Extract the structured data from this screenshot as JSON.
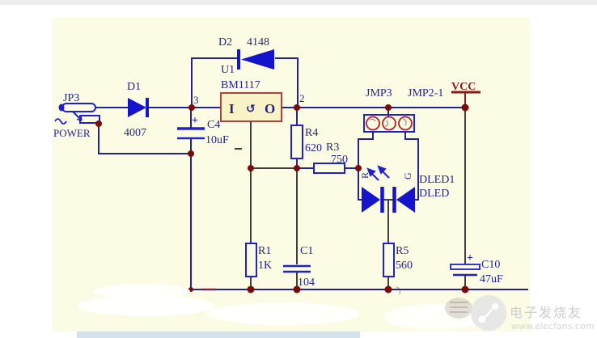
{
  "colors": {
    "schematic_bg": "#FCFBE4",
    "wire_blue": "#23238E",
    "wire_dark": "#3E3E3E",
    "component_blue": "#2121C8",
    "diode_fill": "#1414CC",
    "junction_red": "#7B0A0A",
    "jumper_pad_red": "#B22222",
    "u1_fill": "#FAF3C8",
    "u1_border": "#A03030",
    "vcc_red": "#8B1A1A",
    "label_blue": "#23238E",
    "watermark_gray": "#CDCDCD"
  },
  "components": {
    "jp3": {
      "ref": "JP3",
      "label": "POWER"
    },
    "d1": {
      "ref": "D1",
      "value": "4007"
    },
    "d2": {
      "ref": "D2",
      "value": "4148"
    },
    "u1": {
      "ref": "U1",
      "part": "BM1117",
      "pin_in": "I",
      "pin_gnd": "↺",
      "pin_out": "O",
      "pin3": "3",
      "pin2": "2"
    },
    "c4": {
      "ref": "C4",
      "value": "10uF",
      "plus": "+"
    },
    "r4": {
      "ref": "R4",
      "value": "620"
    },
    "r3": {
      "ref": "R3",
      "value": "750"
    },
    "r1": {
      "ref": "R1",
      "value": "1K"
    },
    "c1": {
      "ref": "C1",
      "value": "104"
    },
    "r5": {
      "ref": "R5",
      "value": "560"
    },
    "c10": {
      "ref": "C10",
      "value": "47uF",
      "plus": "+"
    },
    "dled": {
      "ref": "DLED1",
      "part": "DLED",
      "anode_left": "R",
      "anode_right": "G"
    },
    "jmp3": {
      "label": "JMP3"
    },
    "jmp2_1": {
      "label": "JMP2-1"
    },
    "vcc": {
      "label": "VCC"
    }
  },
  "watermark": {
    "brand": "电子发烧友",
    "url": "www.elecfans.com"
  }
}
